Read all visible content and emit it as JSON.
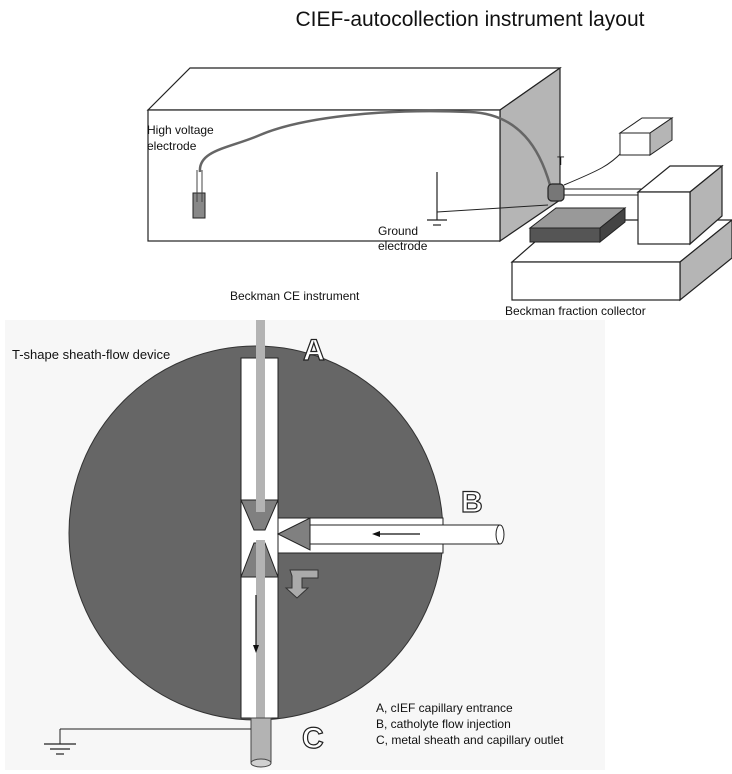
{
  "title": "CIEF-autocollection instrument layout",
  "top_diagram": {
    "high_voltage_label_line1": "High voltage",
    "high_voltage_label_line2": "electrode",
    "ground_label_line1": "Ground",
    "ground_label_line2": "electrode",
    "t_label": "T",
    "ce_instrument_label": "Beckman CE instrument",
    "fraction_collector_label": "Beckman fraction collector"
  },
  "bottom_diagram": {
    "device_label": "T-shape sheath-flow device",
    "letter_a": "A",
    "letter_b": "B",
    "letter_c": "C",
    "legend": [
      "A, cIEF capillary entrance",
      "B, catholyte flow injection",
      "C, metal sheath and capillary outlet"
    ]
  },
  "colors": {
    "disk": "#666666",
    "panel_bg": "#f7f7f7",
    "tube_gray": "#b3b3b3",
    "box_side": "#b5b5b5",
    "tray": "#555555"
  }
}
